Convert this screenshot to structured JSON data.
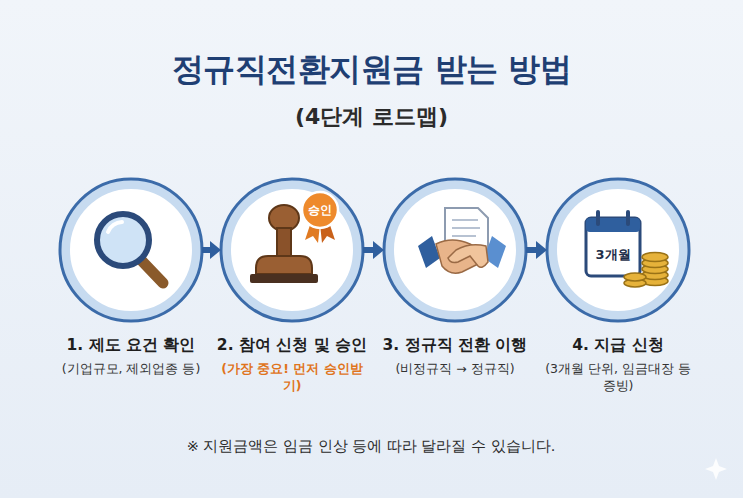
{
  "diagram": {
    "title": "정규직전환지원금 받는 방법",
    "caption": "(4단계 로드맵)",
    "nodes": [
      {
        "text": [
          "1. 제도 요건 확인",
          "(기업규모, 제외업종 등)"
        ]
      },
      {
        "text": [
          "2. 참여 신청 및 승인",
          "(가장 중요! 먼저 승인받기)"
        ]
      },
      {
        "text": [
          "3. 정규직 전환 이행",
          "(비정규직 → 정규직)"
        ]
      },
      {
        "text": [
          "4. 지급 신청",
          "(3개월 단위, 임금대장 등 증빙)"
        ]
      }
    ],
    "edges": [
      {
        "from": 0,
        "to": 1,
        "arrow": "to"
      },
      {
        "from": 1,
        "to": 2,
        "arrow": "to"
      },
      {
        "from": 2,
        "to": 3,
        "arrow": "to"
      }
    ],
    "labels": [
      "승인",
      "3개월",
      "※ 지원금액은 임금 인상 등에 따라 달라질 수 있습니다."
    ]
  }
}
